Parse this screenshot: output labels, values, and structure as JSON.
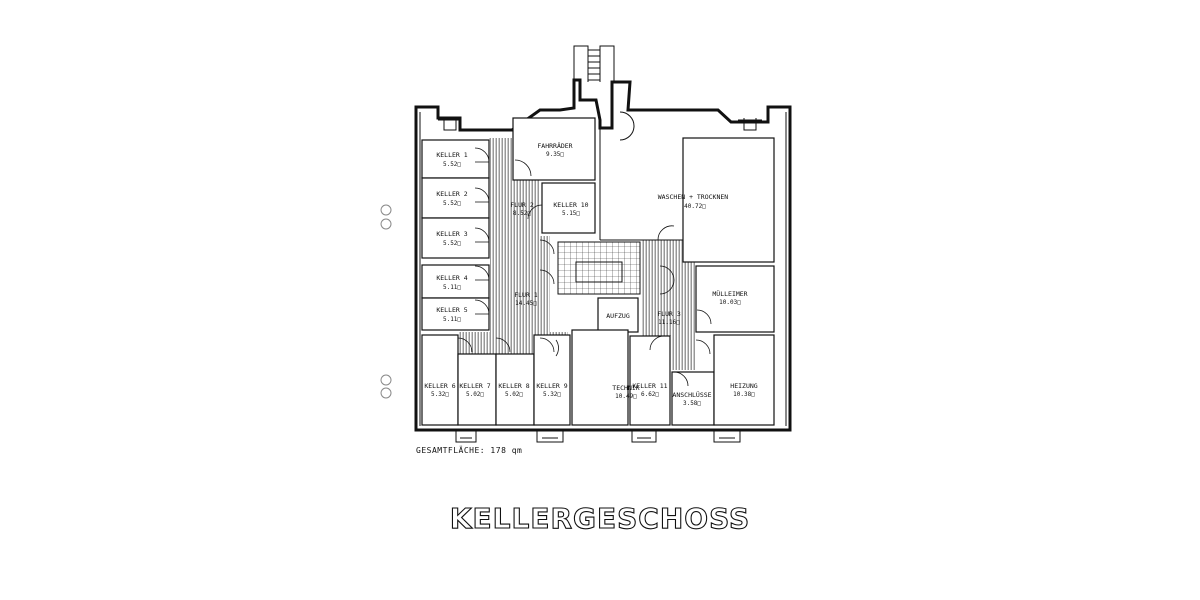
{
  "rooms": [
    {
      "id": "keller1",
      "label": "KELLER  1",
      "area": "5.52□"
    },
    {
      "id": "keller2",
      "label": "KELLER  2",
      "area": "5.52□"
    },
    {
      "id": "keller3",
      "label": "KELLER  3",
      "area": "5.52□"
    },
    {
      "id": "keller4",
      "label": "KELLER  4",
      "area": "5.11□"
    },
    {
      "id": "keller5",
      "label": "KELLER  5",
      "area": "5.11□"
    },
    {
      "id": "fahrraeder",
      "label": "FAHRRÄDER",
      "area": "9.35□"
    },
    {
      "id": "keller10",
      "label": "KELLER 10",
      "area": "5.15□"
    },
    {
      "id": "flur2",
      "label": "FLUR  2",
      "area": "8.52□"
    },
    {
      "id": "flur1",
      "label": "FLUR  1",
      "area": "14.45□"
    },
    {
      "id": "waschen",
      "label": "WASCHEN + TROCKNEN",
      "area": "40.72□"
    },
    {
      "id": "muelleimer",
      "label": "MÜLLEIMER",
      "area": "10.03□"
    },
    {
      "id": "aufzug",
      "label": "AUFZUG",
      "area": ""
    },
    {
      "id": "flur3",
      "label": "FLUR  3",
      "area": "11.16□"
    },
    {
      "id": "keller6",
      "label": "KELLER 6",
      "area": "5.32□"
    },
    {
      "id": "keller7",
      "label": "KELLER  7",
      "area": "5.02□"
    },
    {
      "id": "keller8",
      "label": "KELLER  8",
      "area": "5.02□"
    },
    {
      "id": "keller9",
      "label": "KELLER  9",
      "area": "5.32□"
    },
    {
      "id": "technik",
      "label": "TECHNIK",
      "area": "10.49□"
    },
    {
      "id": "keller11",
      "label": "KELLER  11",
      "area": "6.62□"
    },
    {
      "id": "anschluesse",
      "label": "ANSCHLÜSSE",
      "area": "3.58□"
    },
    {
      "id": "heizung",
      "label": "HEIZUNG",
      "area": "10.38□"
    }
  ],
  "total_area": "GESAMTFLÄCHE: 178 qm",
  "floor_title": "KELLERGESCHOSS"
}
